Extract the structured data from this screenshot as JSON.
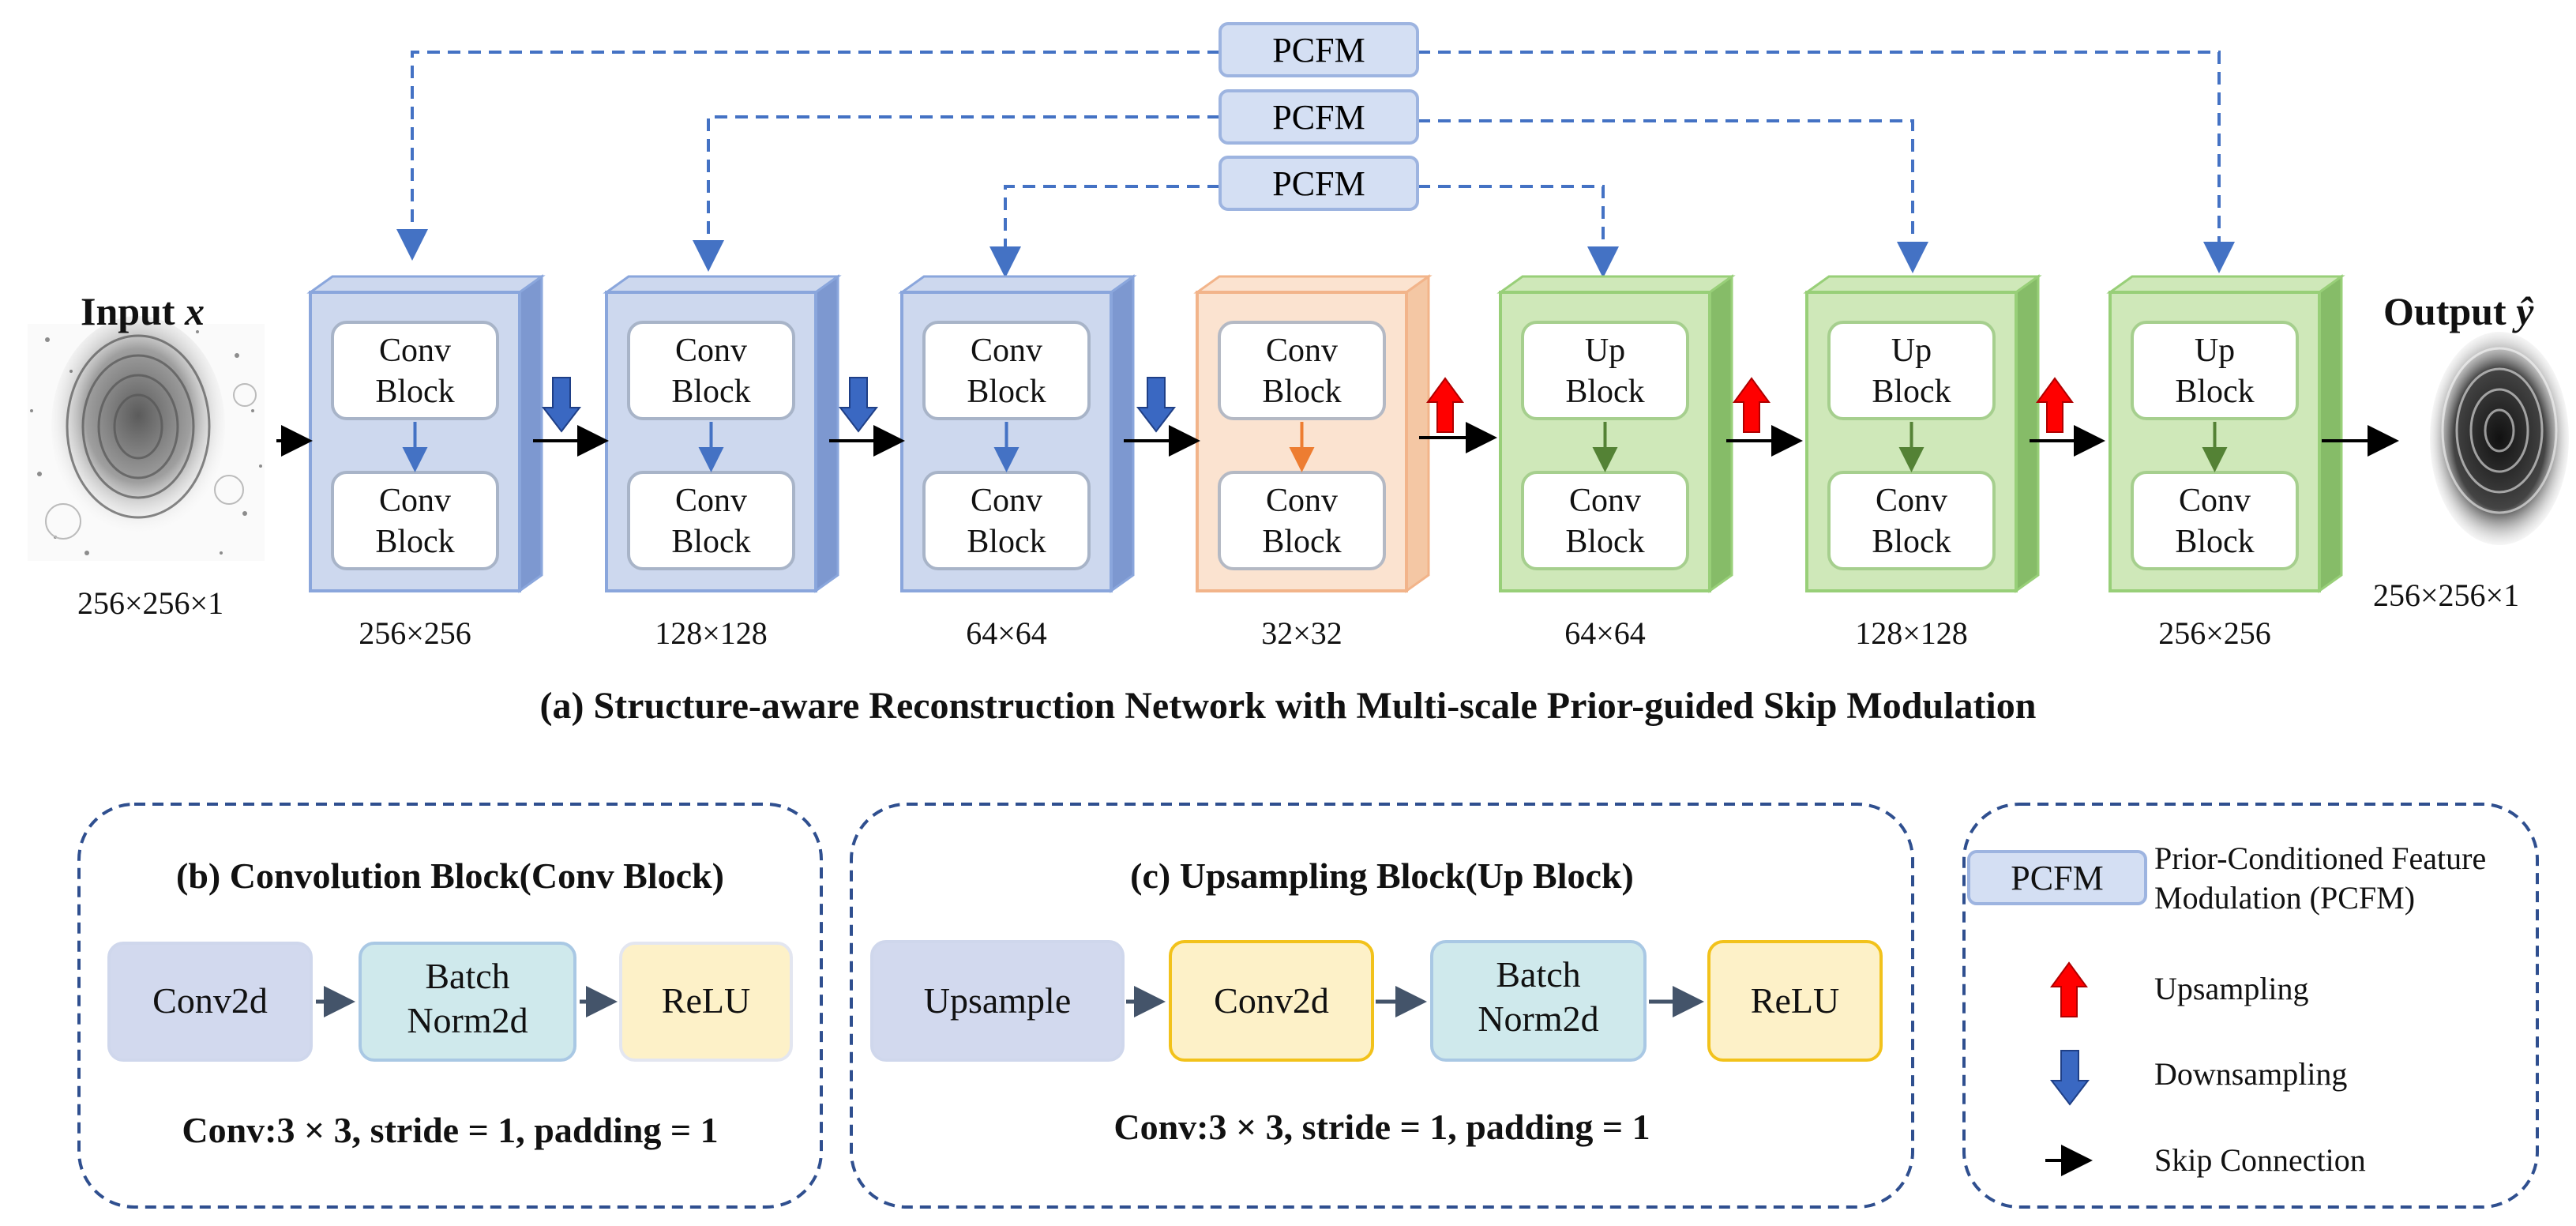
{
  "input": {
    "label": "Input",
    "var": "x",
    "size": "256×256×1"
  },
  "output": {
    "label": "Output",
    "var": "ŷ",
    "size": "256×256×1"
  },
  "pcfm_labels": [
    "PCFM",
    "PCFM",
    "PCFM"
  ],
  "stages": [
    {
      "top": "Conv\nBlock",
      "bottom": "Conv\nBlock",
      "size": "256×256",
      "kind": "encoder"
    },
    {
      "top": "Conv\nBlock",
      "bottom": "Conv\nBlock",
      "size": "128×128",
      "kind": "encoder"
    },
    {
      "top": "Conv\nBlock",
      "bottom": "Conv\nBlock",
      "size": "64×64",
      "kind": "encoder"
    },
    {
      "top": "Conv\nBlock",
      "bottom": "Conv\nBlock",
      "size": "32×32",
      "kind": "bottleneck"
    },
    {
      "top": "Up\nBlock",
      "bottom": "Conv\nBlock",
      "size": "64×64",
      "kind": "decoder"
    },
    {
      "top": "Up\nBlock",
      "bottom": "Conv\nBlock",
      "size": "128×128",
      "kind": "decoder"
    },
    {
      "top": "Up\nBlock",
      "bottom": "Conv\nBlock",
      "size": "256×256",
      "kind": "decoder"
    }
  ],
  "caption_a": "(a) Structure-aware Reconstruction Network with Multi-scale Prior-guided Skip Modulation",
  "panel_b": {
    "title": "(b) Convolution Block(Conv Block)",
    "steps": [
      "Conv2d",
      "Batch\nNorm2d",
      "ReLU"
    ],
    "formula": "Conv:3 × 3, stride = 1, padding = 1"
  },
  "panel_c": {
    "title": "(c) Upsampling Block(Up Block)",
    "steps": [
      "Upsample",
      "Conv2d",
      "Batch\nNorm2d",
      "ReLU"
    ],
    "formula": "Conv:3 × 3, stride = 1, padding = 1"
  },
  "legend": {
    "pcfm_box": "PCFM",
    "pcfm_desc": "Prior-Conditioned Feature\nModulation (PCFM)",
    "upsampling": "Upsampling",
    "downsampling": "Downsampling",
    "skip": "Skip Connection"
  },
  "colors": {
    "encoder_front": "#cdd8ee",
    "encoder_border": "#8aa6dc",
    "encoder_side": "#7d98d0",
    "bottleneck_front": "#fbe3d0",
    "bottleneck_border": "#f2b48a",
    "bottleneck_side": "#f4c7a4",
    "decoder_front": "#cfe8b9",
    "decoder_border": "#98cf78",
    "decoder_side": "#86bc68",
    "pcfm_fill": "#d4dff3",
    "pcfm_border": "#9db4e0",
    "dashed": "#4472c4",
    "up_arrow": "#ff0000",
    "down_arrow": "#3a68c2",
    "panel_border": "#2f4f8f",
    "conv2d_fill": "#d2d9ee",
    "bn_fill": "#cfe9ec",
    "relu_fill": "#fdf1c8",
    "relu_border_c": "#f2c21b"
  }
}
